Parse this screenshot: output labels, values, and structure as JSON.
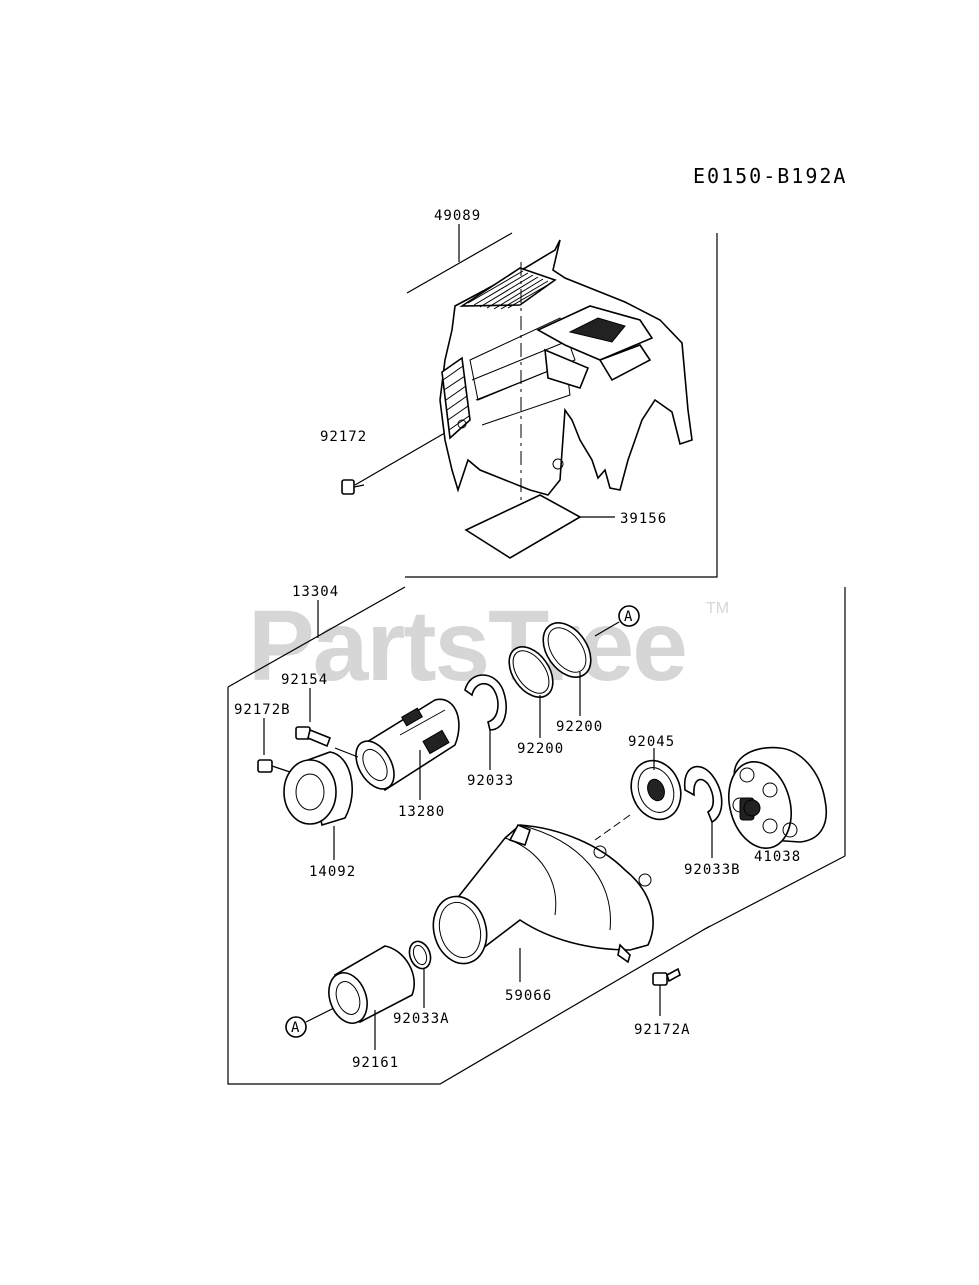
{
  "diagram": {
    "code": "E0150-B192A",
    "watermark": "PartsTree",
    "trademark": "TM",
    "ref_marker": "A",
    "parts": {
      "p49089": "49089",
      "p92172": "92172",
      "p39156": "39156",
      "p13304": "13304",
      "p92154": "92154",
      "p92172B": "92172B",
      "p13280": "13280",
      "p14092": "14092",
      "p92033": "92033",
      "p92200a": "92200",
      "p92200b": "92200",
      "p92045": "92045",
      "p92033B": "92033B",
      "p41038": "41038",
      "p59066": "59066",
      "p92033A": "92033A",
      "p92161": "92161",
      "p92172A": "92172A"
    }
  }
}
